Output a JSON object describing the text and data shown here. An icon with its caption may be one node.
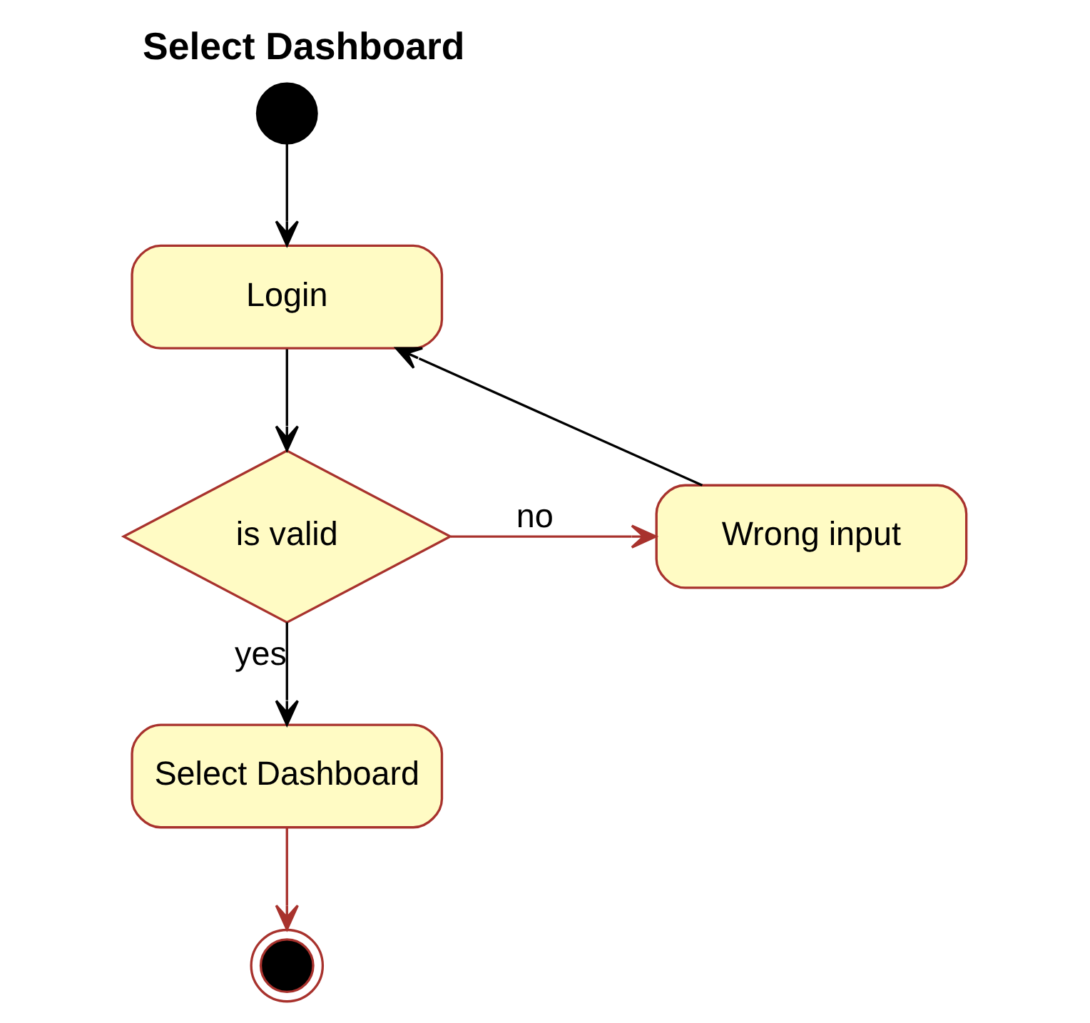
{
  "diagram": {
    "title": "Select Dashboard",
    "nodes": [
      {
        "text": [],
        "shape": "circle"
      },
      {
        "text": [
          "Login"
        ]
      },
      {
        "text": [
          "is valid"
        ]
      },
      {
        "text": [
          "Wrong input"
        ]
      },
      {
        "text": [
          "Select Dashboard"
        ]
      },
      {
        "text": [],
        "shape": "circle"
      }
    ],
    "edges": [
      {
        "from": 0,
        "to": 1,
        "arrow": "to"
      },
      {
        "from": 1,
        "to": 2,
        "arrow": "to"
      },
      {
        "from": 2,
        "to": 3,
        "arrow": "to",
        "label": "no",
        "color": "#a8322d"
      },
      {
        "from": 3,
        "to": 1,
        "arrow": "to"
      },
      {
        "from": 2,
        "to": 4,
        "arrow": "to",
        "label": "yes"
      },
      {
        "from": 4,
        "to": 5,
        "arrow": "to",
        "color": "#a8322d"
      }
    ]
  }
}
